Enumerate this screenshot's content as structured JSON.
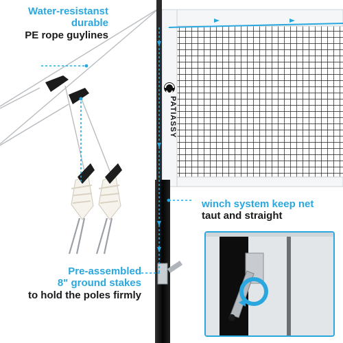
{
  "captions": {
    "guylines": {
      "line1": "Water-resistanst",
      "line2": "durable",
      "line3": "PE rope guylines"
    },
    "winch": {
      "line1": "winch system keep net",
      "line2": "taut and straight"
    },
    "stakes": {
      "line1": "Pre-assembled",
      "line2": "8\" ground stakes",
      "line3": "to hold the poles firmly"
    }
  },
  "net": {
    "brand": "PATIASSY"
  },
  "colors": {
    "accent": "#2aa7de",
    "pole": "#111111",
    "net_tape": "#f4f6f8",
    "mesh": "#1a1a1a"
  }
}
